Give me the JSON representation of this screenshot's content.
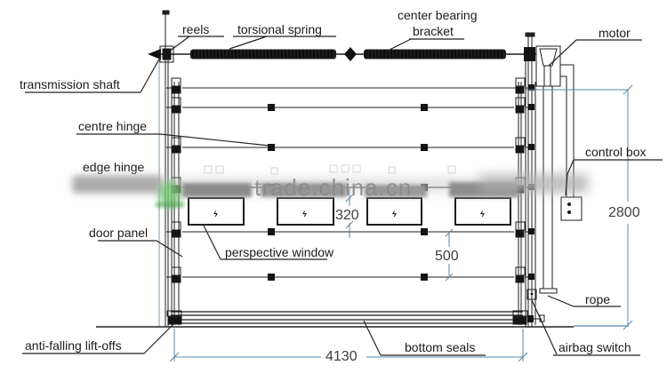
{
  "diagram": {
    "labels": {
      "reels": "reels",
      "torsional_spring": "torsional spring",
      "center_bearing_1": "center bearing",
      "center_bearing_2": "bracket",
      "motor": "motor",
      "transmission_shaft": "transmission shaft",
      "centre_hinge": "centre hinge",
      "edge_hinge": "edge hinge",
      "control_box": "control box",
      "door_panel": "door panel",
      "perspective_window": "perspective window",
      "rope": "rope",
      "airbag_switch": "airbag switch",
      "bottom_seals": "bottom seals",
      "anti_falling": "anti-falling lift-offs"
    },
    "dimensions": {
      "window_height": "320",
      "panel_height": "500",
      "door_height": "2800",
      "door_width": "4130"
    },
    "watermark": "trade.china.cn",
    "window_glyph": "ϟ",
    "colors": {
      "line": "#1c1c1c",
      "dimension_blue": "#5b87a5",
      "watermark_gray": "#8f8f8f",
      "watermark_green": "#6fbe6f"
    }
  }
}
